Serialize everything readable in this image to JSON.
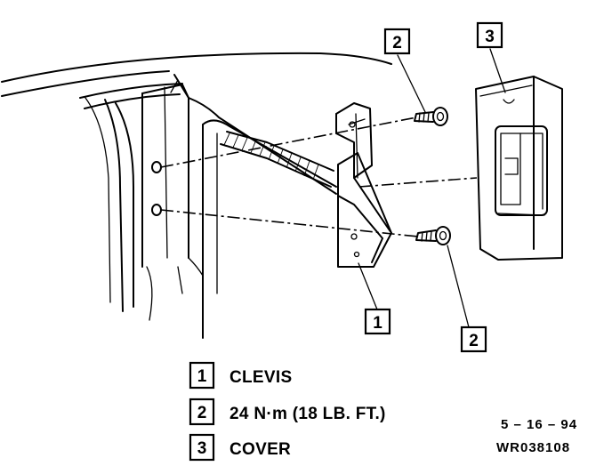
{
  "callouts": {
    "screw_top": "2",
    "cover": "3",
    "clevis": "1",
    "screw_bottom": "2"
  },
  "legend": [
    {
      "num": "1",
      "text": "CLEVIS"
    },
    {
      "num": "2",
      "text": "24 N·m (18 LB. FT.)"
    },
    {
      "num": "3",
      "text": "COVER"
    }
  ],
  "reference": {
    "date": "5 – 16 – 94",
    "code": "WR038108"
  }
}
